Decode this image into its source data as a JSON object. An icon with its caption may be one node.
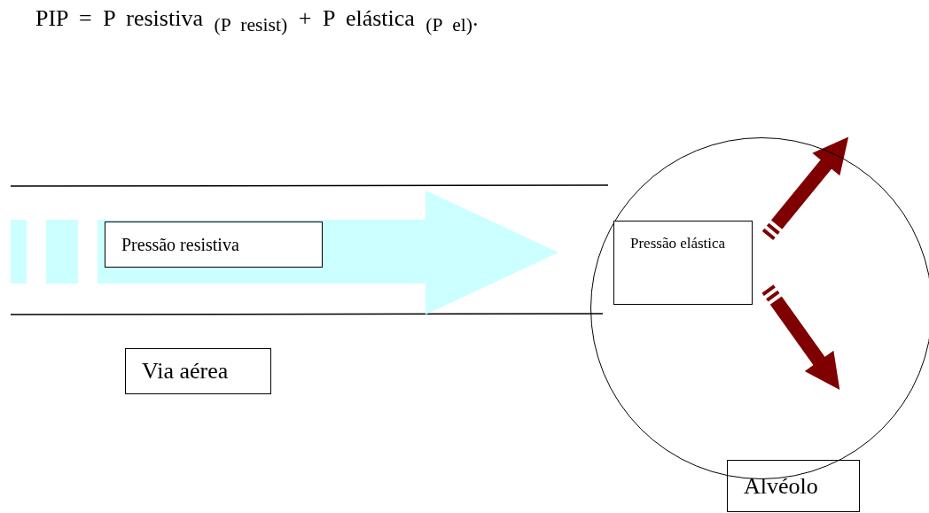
{
  "diagram": {
    "title": "PIP = P resistiva $_{(P resist)}$ + P elástica $_{(P el)}$.",
    "nodes": [
      {
        "text": [
          "Pressão resistiva"
        ]
      },
      {
        "text": [],
        "shape": "circle"
      },
      {
        "text": [
          "Pressão elástica"
        ],
        "in": 1
      },
      {
        "text": [
          "Via aérea"
        ]
      },
      {
        "text": [
          "Alvéolo"
        ]
      }
    ]
  }
}
